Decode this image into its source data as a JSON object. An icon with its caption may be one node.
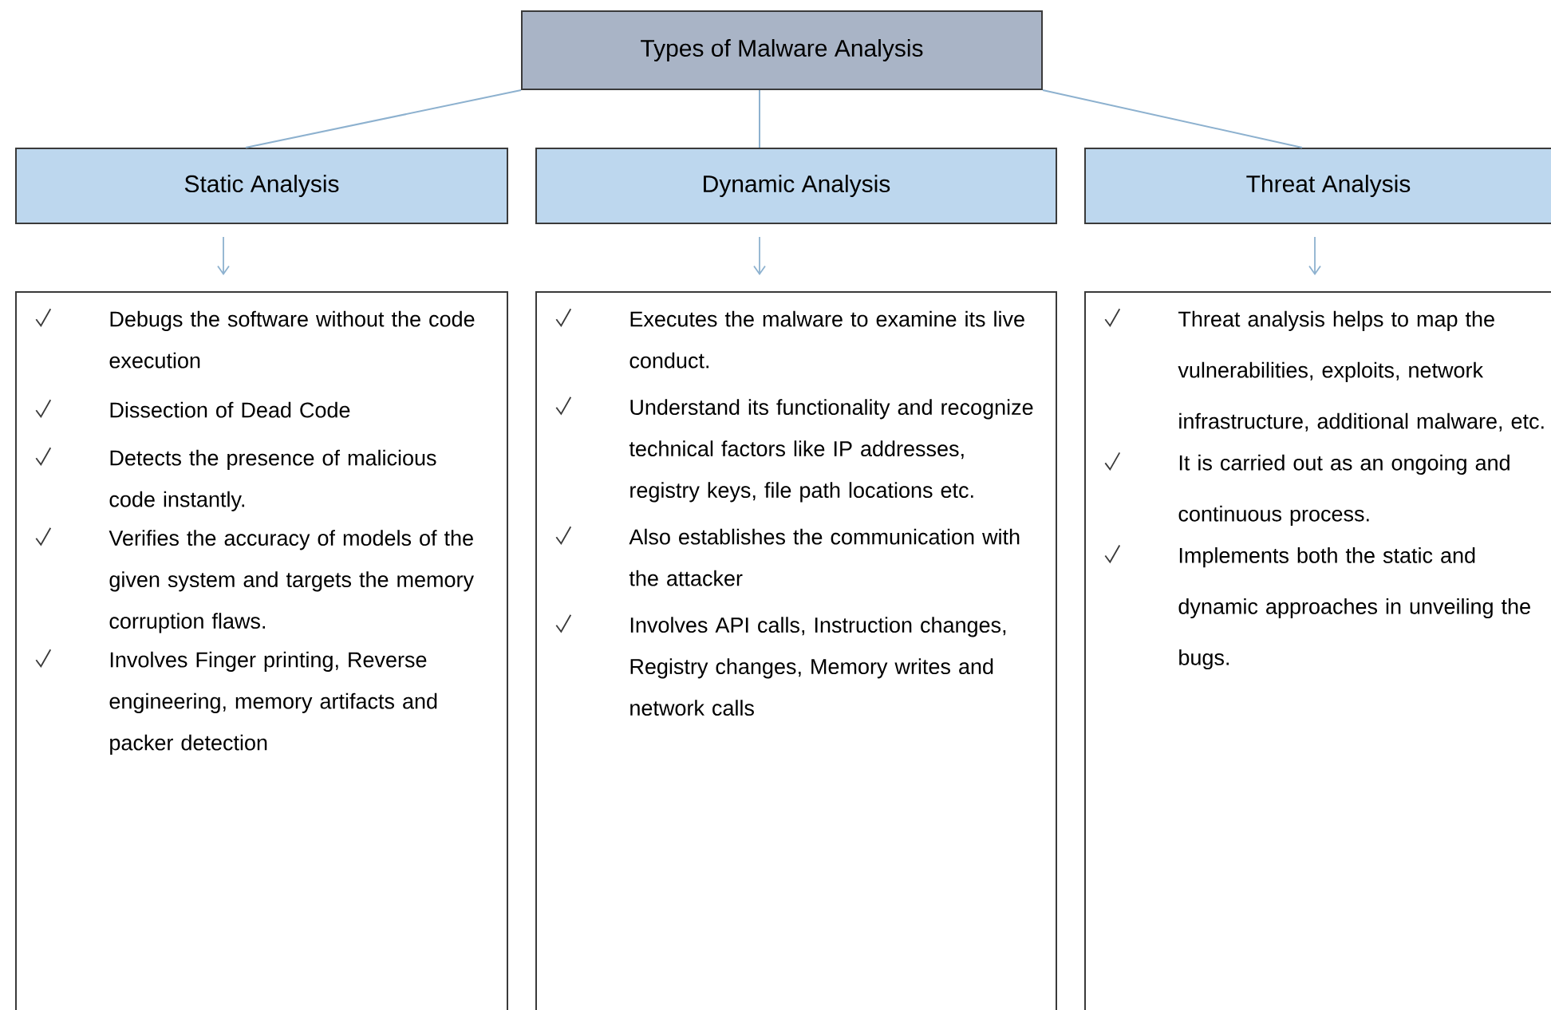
{
  "diagram": {
    "nodes": [
      {
        "text": [
          "Types of Malware Analysis"
        ]
      },
      {
        "text": [
          "Static Analysis"
        ]
      },
      {
        "text": [
          "Dynamic Analysis"
        ]
      },
      {
        "text": [
          "Threat Analysis"
        ]
      },
      {
        "text": [
          "Debugs the software without the code execution",
          "Dissection of Dead Code",
          "Detects the presence of malicious code instantly.",
          "Verifies the accuracy of models of the given system and targets the memory corruption flaws.",
          "Involves Finger printing, Reverse engineering, memory artifacts and packer detection"
        ]
      },
      {
        "text": [
          "Executes the malware to examine its live conduct.",
          "Understand its functionality and recognize technical factors like IP addresses, registry keys, file path locations etc.",
          "Also establishes the communication with the attacker",
          "Involves API calls, Instruction changes, Registry changes, Memory writes  and network calls"
        ]
      },
      {
        "text": [
          "Threat analysis helps to map the vulnerabilities, exploits, network infrastructure, additional malware, etc.",
          "It is carried out as an ongoing and continuous process.",
          "Implements both the static and dynamic approaches in unveiling the bugs."
        ]
      }
    ],
    "edges": [
      {
        "from": 0,
        "to": 1,
        "arrow": "none"
      },
      {
        "from": 0,
        "to": 2,
        "arrow": "none"
      },
      {
        "from": 0,
        "to": 3,
        "arrow": "none"
      },
      {
        "from": 1,
        "to": 4,
        "arrow": "to"
      },
      {
        "from": 2,
        "to": 5,
        "arrow": "to"
      },
      {
        "from": 3,
        "to": 6,
        "arrow": "to"
      }
    ]
  }
}
